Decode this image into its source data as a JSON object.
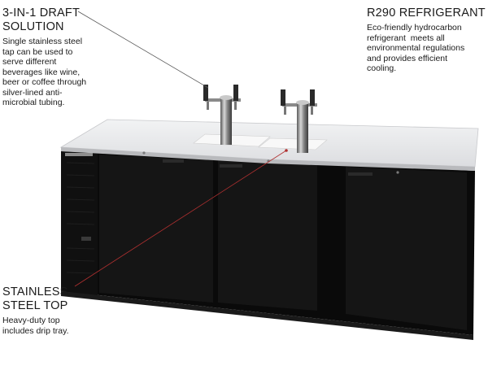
{
  "callouts": {
    "draft": {
      "title_line1": "3-IN-1 DRAFT",
      "title_line2": "SOLUTION",
      "desc_lines": [
        "Single stainless steel",
        "tap can be used to",
        "serve different",
        "beverages like wine,",
        "beer or coffee through",
        "silver-lined anti-",
        "microbial tubing."
      ]
    },
    "refrigerant": {
      "title": "R290 REFRIGERANT",
      "desc_lines": [
        "Eco-friendly hydrocarbon",
        "refrigerant  meets all",
        "environmental regulations",
        "and provides efficient",
        "cooling."
      ]
    },
    "top": {
      "title_line1": "STAINLESS",
      "title_line2": "STEEL TOP",
      "desc_lines": [
        "Heavy-duty top",
        "includes drip tray."
      ]
    }
  },
  "colors": {
    "cabinet": "#0c0c0c",
    "door": "#141414",
    "countertop": "#e9eaec",
    "chrome": "#9a9a9a",
    "leader_dark": "#555555",
    "leader_red": "#b03030"
  }
}
